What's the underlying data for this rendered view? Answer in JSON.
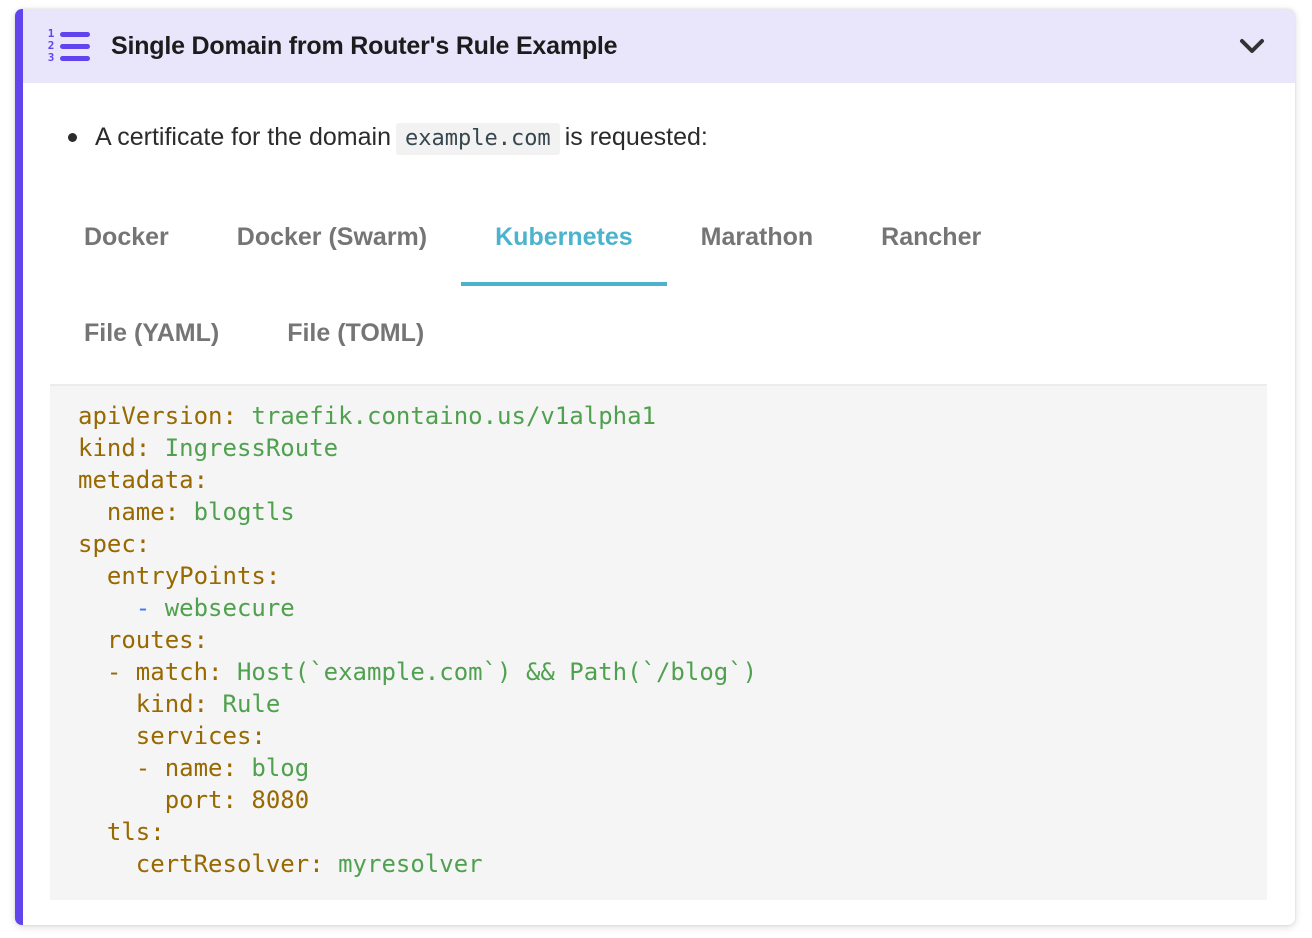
{
  "colors": {
    "accent_purple": "#6244ef",
    "header_bg": "#e9e5fb",
    "title_text": "#1c1c1c",
    "tab_inactive": "#757575",
    "tab_active": "#4bb3ce",
    "code_bg": "#f5f5f5",
    "code_key": "#986801",
    "code_string": "#50a14f",
    "code_bullet": "#4078f2",
    "code_number": "#986801",
    "inline_code_text": "#37474f",
    "inline_code_bg": "#f2f2f2"
  },
  "header": {
    "title": "Single Domain from Router's Rule Example",
    "icon": "format-list-numbered-icon",
    "icon_digits": [
      "1",
      "2",
      "3"
    ],
    "collapse_icon": "chevron-down-icon"
  },
  "content": {
    "bullet": {
      "text_before_code": "A certificate for the domain",
      "inline_code": "example.com",
      "text_after_code": "is requested:"
    }
  },
  "tabs": {
    "row1": [
      {
        "label": "Docker",
        "active": false
      },
      {
        "label": "Docker (Swarm)",
        "active": false
      },
      {
        "label": "Kubernetes",
        "active": true
      },
      {
        "label": "Marathon",
        "active": false
      },
      {
        "label": "Rancher",
        "active": false
      }
    ],
    "row2": [
      {
        "label": "File (YAML)",
        "active": false
      },
      {
        "label": "File (TOML)",
        "active": false
      }
    ]
  },
  "code_block": {
    "language": "yaml",
    "lines": [
      [
        {
          "type": "key",
          "text": "apiVersion:"
        },
        {
          "type": "plain",
          "text": " "
        },
        {
          "type": "string",
          "text": "traefik.containo.us/v1alpha1"
        }
      ],
      [
        {
          "type": "key",
          "text": "kind:"
        },
        {
          "type": "plain",
          "text": " "
        },
        {
          "type": "string",
          "text": "IngressRoute"
        }
      ],
      [
        {
          "type": "key",
          "text": "metadata:"
        }
      ],
      [
        {
          "type": "plain",
          "text": "  "
        },
        {
          "type": "key",
          "text": "name:"
        },
        {
          "type": "plain",
          "text": " "
        },
        {
          "type": "string",
          "text": "blogtls"
        }
      ],
      [
        {
          "type": "key",
          "text": "spec:"
        }
      ],
      [
        {
          "type": "plain",
          "text": "  "
        },
        {
          "type": "key",
          "text": "entryPoints:"
        }
      ],
      [
        {
          "type": "plain",
          "text": "    "
        },
        {
          "type": "bullet",
          "text": "-"
        },
        {
          "type": "plain",
          "text": " "
        },
        {
          "type": "string",
          "text": "websecure"
        }
      ],
      [
        {
          "type": "plain",
          "text": "  "
        },
        {
          "type": "key",
          "text": "routes:"
        }
      ],
      [
        {
          "type": "plain",
          "text": "  "
        },
        {
          "type": "key",
          "text": "- match:"
        },
        {
          "type": "plain",
          "text": " "
        },
        {
          "type": "string",
          "text": "Host(`example.com`) && Path(`/blog`)"
        }
      ],
      [
        {
          "type": "plain",
          "text": "    "
        },
        {
          "type": "key",
          "text": "kind:"
        },
        {
          "type": "plain",
          "text": " "
        },
        {
          "type": "string",
          "text": "Rule"
        }
      ],
      [
        {
          "type": "plain",
          "text": "    "
        },
        {
          "type": "key",
          "text": "services:"
        }
      ],
      [
        {
          "type": "plain",
          "text": "    "
        },
        {
          "type": "key",
          "text": "- name:"
        },
        {
          "type": "plain",
          "text": " "
        },
        {
          "type": "string",
          "text": "blog"
        }
      ],
      [
        {
          "type": "plain",
          "text": "      "
        },
        {
          "type": "key",
          "text": "port:"
        },
        {
          "type": "plain",
          "text": " "
        },
        {
          "type": "number",
          "text": "8080"
        }
      ],
      [
        {
          "type": "plain",
          "text": "  "
        },
        {
          "type": "key",
          "text": "tls:"
        }
      ],
      [
        {
          "type": "plain",
          "text": "    "
        },
        {
          "type": "key",
          "text": "certResolver:"
        },
        {
          "type": "plain",
          "text": " "
        },
        {
          "type": "string",
          "text": "myresolver"
        }
      ]
    ]
  }
}
